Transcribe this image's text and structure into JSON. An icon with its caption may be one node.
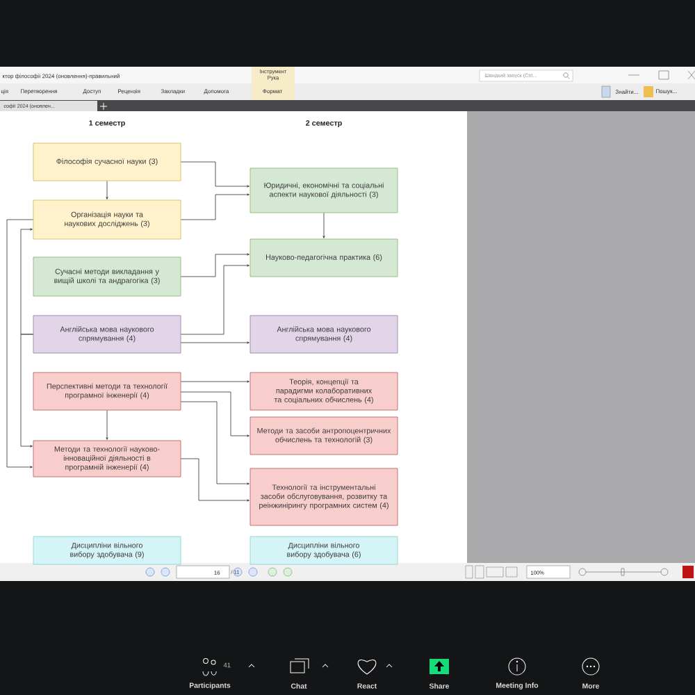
{
  "diagram": {
    "nodes": [
      {
        "text": [
          "Філософія сучасної науки (3)"
        ]
      },
      {
        "text": [
          "Організація науки та наукових досліджень (3)"
        ]
      },
      {
        "text": [
          "Сучасні методи викладання у вищій школі та андрагогіка (3)"
        ]
      },
      {
        "text": [
          "Англійська мова наукового спрямування (4)"
        ]
      },
      {
        "text": [
          "Перспективні методи та технології програмної інженерії (4)"
        ]
      },
      {
        "text": [
          "Методи та технології науково-інноваційної діяльності в програмній інженерії (4)"
        ]
      },
      {
        "text": [
          "Дисципліни вільного вибору здобувача (9)"
        ]
      },
      {
        "text": [
          "Юридичні, економічні та соціальні аспекти наукової діяльності (3)"
        ]
      },
      {
        "text": [
          "Науково-педагогічна практика (6)"
        ]
      },
      {
        "text": [
          "Англійська мова наукового спрямування (4)"
        ]
      },
      {
        "text": [
          "Теорія, концепції та парадигми колаборативних та соціальних обчислень (4)"
        ]
      },
      {
        "text": [
          "Методи та засоби антропоцентричних обчислень та технологій (3)"
        ]
      },
      {
        "text": [
          "Технології та інструментальні засоби обслуговування, розвитку та реінжинірингу програмних систем (4)"
        ]
      },
      {
        "text": [
          "Дисципліни вільного вибору здобувача (6)"
        ]
      }
    ],
    "edges": [
      {
        "from": 0,
        "to": 7,
        "arrow": "to"
      },
      {
        "from": 1,
        "to": 7,
        "arrow": "to"
      },
      {
        "from": 0,
        "to": 1,
        "arrow": "to"
      },
      {
        "from": 7,
        "to": 8,
        "arrow": "to"
      },
      {
        "from": 2,
        "to": 8,
        "arrow": "to"
      },
      {
        "from": 3,
        "to": 8,
        "arrow": "to"
      },
      {
        "from": 3,
        "to": 9,
        "arrow": "to"
      },
      {
        "from": 3,
        "to": 1,
        "arrow": "to"
      },
      {
        "from": 3,
        "to": 5,
        "arrow": "to"
      },
      {
        "from": 1,
        "to": 5,
        "arrow": "to"
      },
      {
        "from": 4,
        "to": 10,
        "arrow": "to"
      },
      {
        "from": 4,
        "to": 11,
        "arrow": "to"
      },
      {
        "from": 4,
        "to": 12,
        "arrow": "to"
      },
      {
        "from": 4,
        "to": 5,
        "arrow": "to"
      },
      {
        "from": 5,
        "to": 12,
        "arrow": "to"
      }
    ],
    "labels": [
      "ктор філософії 2024 (оновлення)-правильний",
      "Швидкий запуск (Ctrl...",
      "Інструмент Рука",
      "ція",
      "Перетворення",
      "Доступ",
      "Рецензія",
      "Закладки",
      "Допомога",
      "Формат",
      "Знайти...",
      "Пошук...",
      "софії 2024 (оновлен...",
      "1 семестр",
      "2 семестр",
      "16",
      "/ 11",
      "100%",
      "41",
      "Participants",
      "Chat",
      "React",
      "Share",
      "Meeting Info",
      "More"
    ]
  }
}
